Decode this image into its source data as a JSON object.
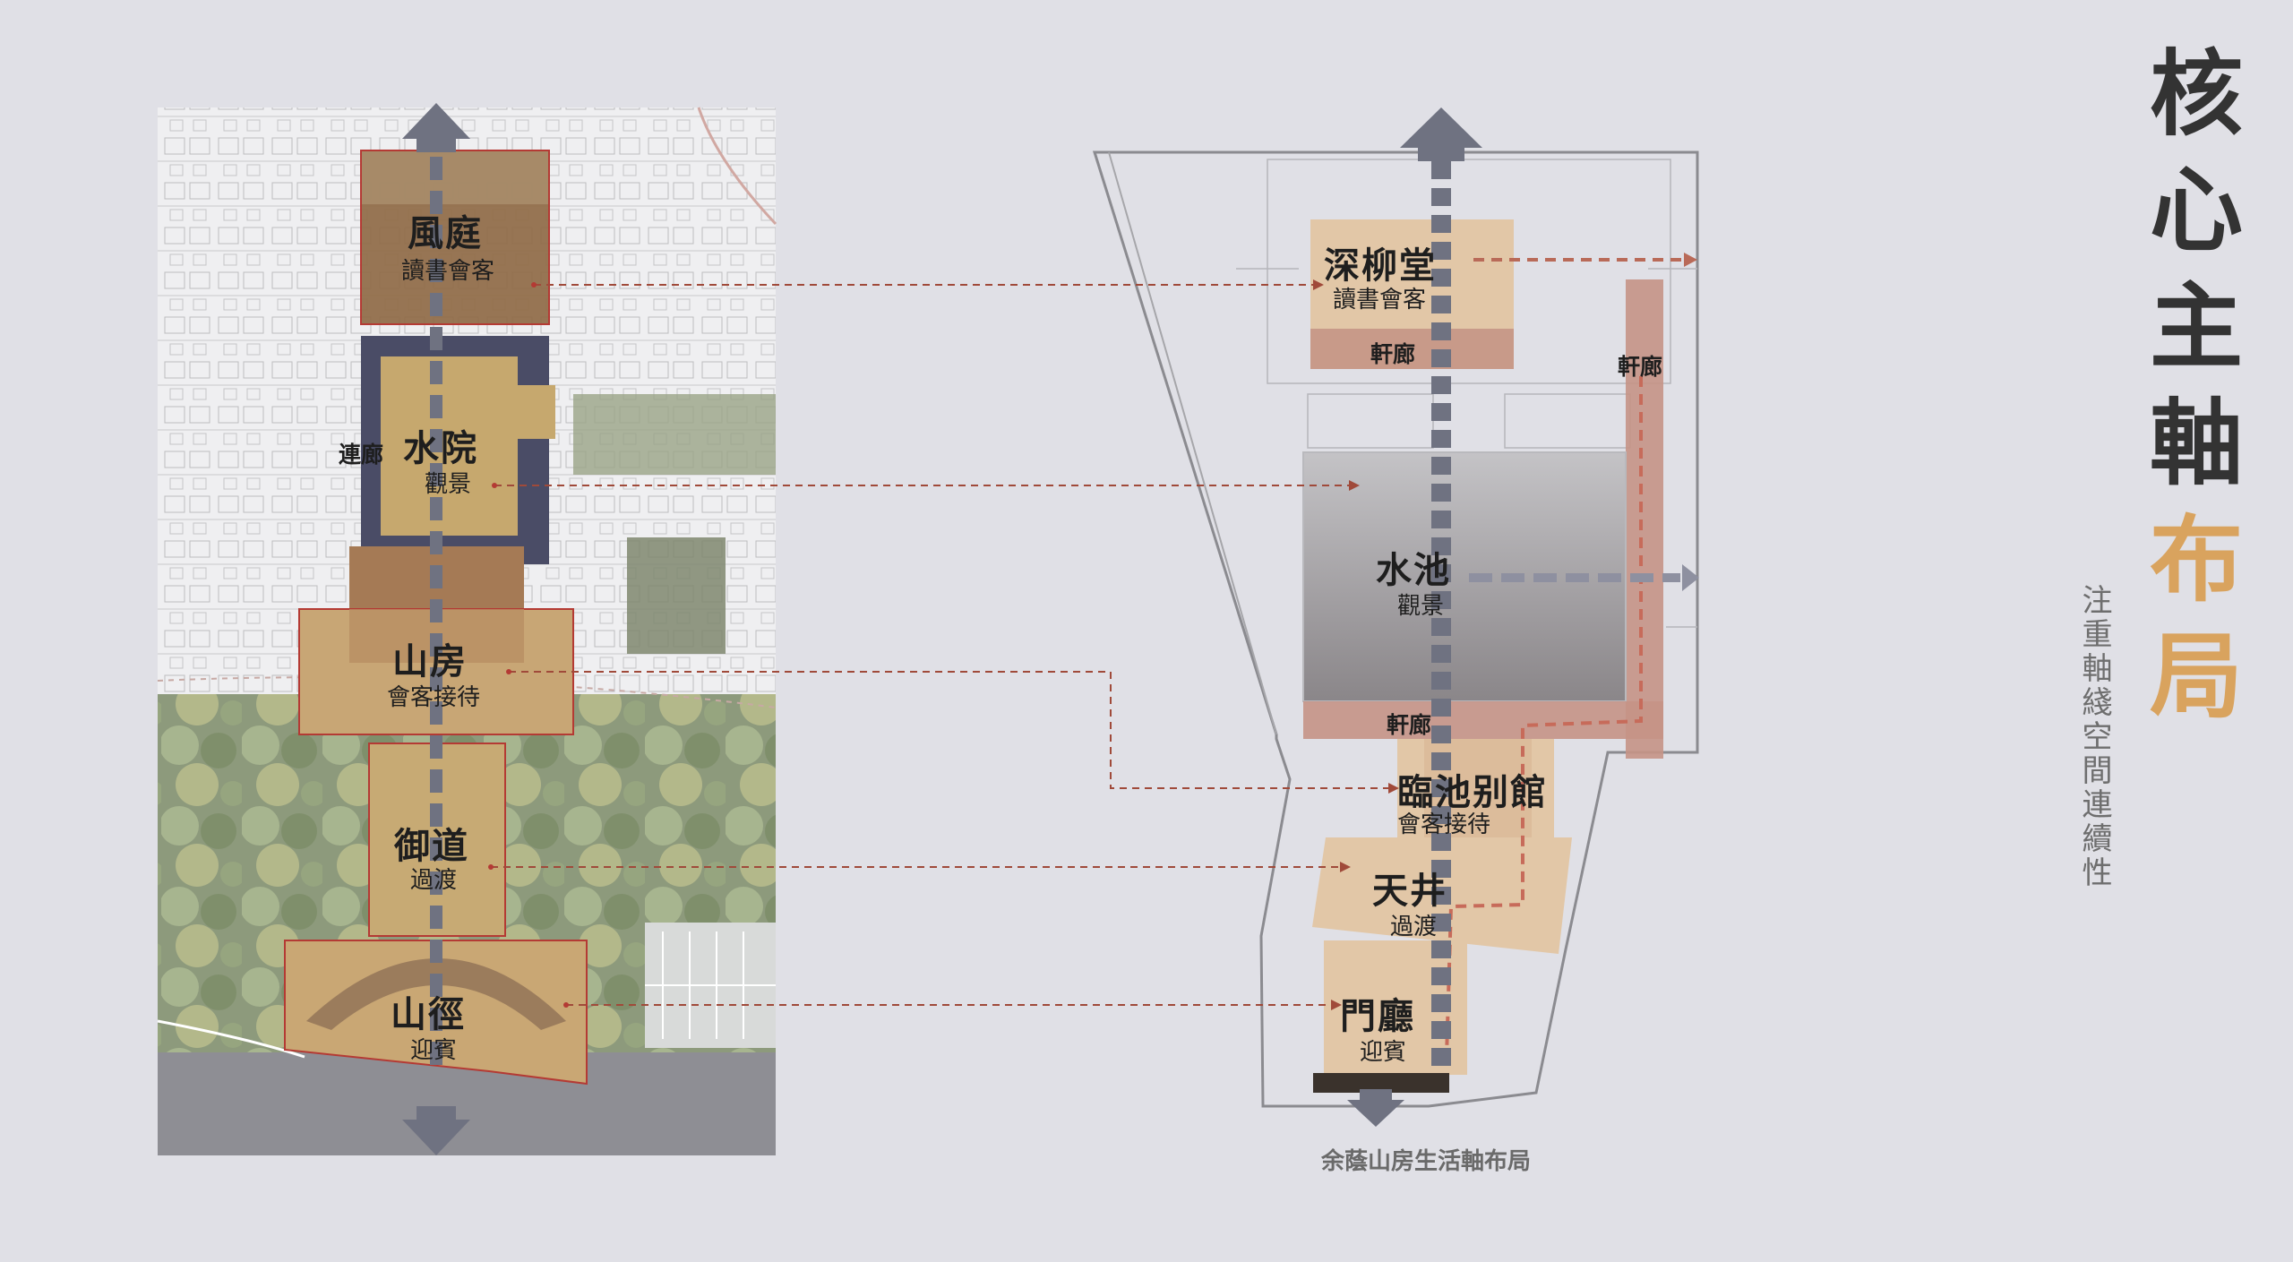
{
  "left_plan": {
    "zones": [
      {
        "name": "風庭",
        "sub": "讀書會客"
      },
      {
        "name": "水院",
        "sub": "觀景",
        "side_label": "連廊"
      },
      {
        "name": "山房",
        "sub": "會客接待"
      },
      {
        "name": "御道",
        "sub": "過渡"
      },
      {
        "name": "山徑",
        "sub": "迎賓"
      }
    ]
  },
  "right_plan": {
    "zones": [
      {
        "name": "深柳堂",
        "sub": "讀書會客"
      },
      {
        "name": "水池",
        "sub": "觀景"
      },
      {
        "name": "臨池别館",
        "sub": "會客接待"
      },
      {
        "name": "天井",
        "sub": "過渡"
      },
      {
        "name": "門廳",
        "sub": "迎賓"
      }
    ],
    "corridor_labels": {
      "top": "軒廊",
      "right": "軒廊",
      "pool_bottom": "軒廊"
    },
    "caption": "余蔭山房生活軸布局"
  },
  "title": {
    "chars": [
      "核",
      "心",
      "主",
      "軸",
      "布",
      "局"
    ],
    "accent_chars": [
      "布",
      "局"
    ],
    "subtitle": "注重軸綫空間連續性"
  },
  "colors": {
    "background": "#e0e0e6",
    "accent": "#d9a35e",
    "link_line": "#a04a3a",
    "axis": "#7a7d88"
  }
}
